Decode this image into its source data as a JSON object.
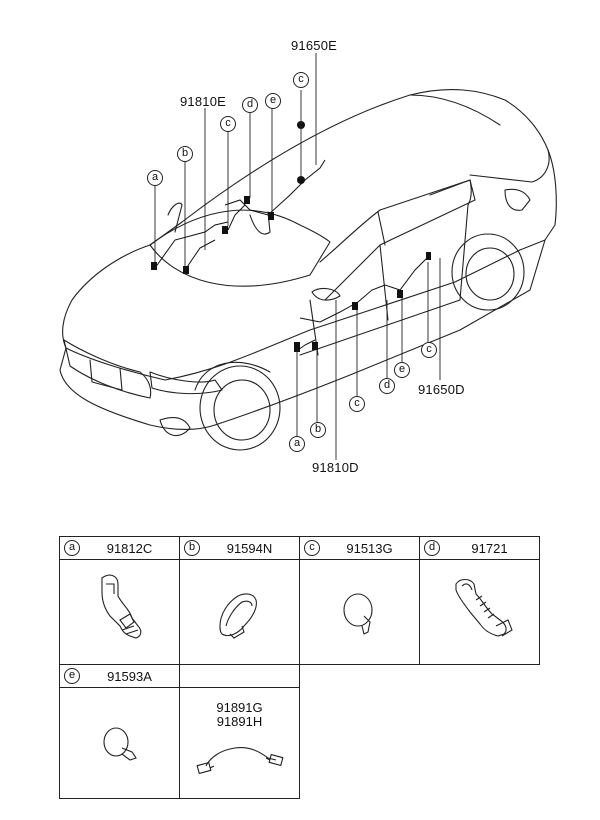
{
  "callouts": {
    "c91650E": "91650E",
    "c91810E": "91810E",
    "c91650D": "91650D",
    "c91810D": "91810D"
  },
  "letters": {
    "a": "a",
    "b": "b",
    "c": "c",
    "d": "d",
    "e": "e"
  },
  "parts": [
    {
      "letter": "a",
      "number": "91812C"
    },
    {
      "letter": "b",
      "number": "91594N"
    },
    {
      "letter": "c",
      "number": "91513G"
    },
    {
      "letter": "d",
      "number": "91721"
    },
    {
      "letter": "e",
      "number": "91593A"
    }
  ],
  "harness_part": {
    "line1": "91891G",
    "line2": "91891H"
  }
}
